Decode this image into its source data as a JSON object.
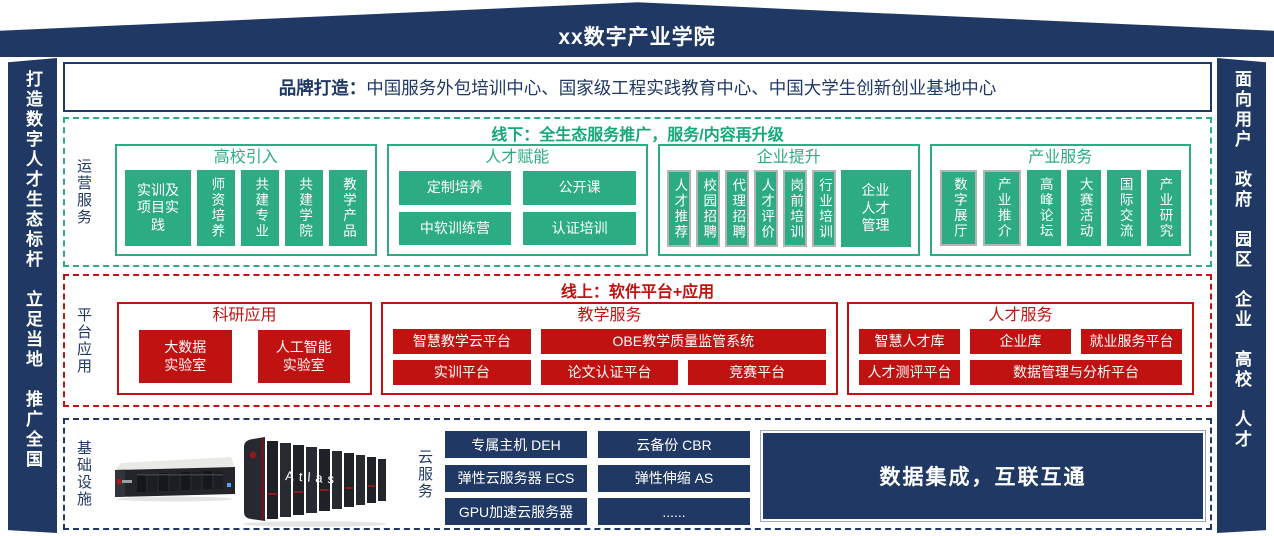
{
  "banner": {
    "title": "xx数字产业学院"
  },
  "pillars": {
    "left": "打造数字人才生态标杆　立足当地　推广全国",
    "right": "面向用户　政府　园区　企业　高校　人才"
  },
  "brand": {
    "label": "品牌打造：",
    "text": "中国服务外包培训中心、国家级工程实践教育中心、中国大学生创新创业基地中心"
  },
  "operation": {
    "side_label": "运营服务",
    "title": "线下：全生态服务推广，服务/内容再升级",
    "groups": {
      "university": {
        "title": "高校引入",
        "wide": "实训及\n项目实\n践",
        "items": [
          "师资培养",
          "共建专业",
          "共建学院",
          "教学产品"
        ]
      },
      "talent": {
        "title": "人才赋能",
        "items": [
          "定制培养",
          "公开课",
          "中软训练营",
          "认证培训"
        ]
      },
      "enterprise": {
        "title": "企业提升",
        "items": [
          "人才推荐",
          "校园招聘",
          "代理招聘",
          "人才评价",
          "岗前培训",
          "行业培训"
        ],
        "wide": "企业\n人才\n管理"
      },
      "industry": {
        "title": "产业服务",
        "items": [
          "数字展厅",
          "产业推介",
          "高峰论坛",
          "大赛活动",
          "国际交流",
          "产业研究"
        ]
      }
    }
  },
  "platform": {
    "side_label": "平台应用",
    "title": "线上：软件平台+应用",
    "research": {
      "title": "科研应用",
      "items": [
        "大数据\n实验室",
        "人工智能\n实验室"
      ]
    },
    "teaching": {
      "title": "教学服务",
      "row1": [
        "智慧教学云平台",
        "OBE教学质量监管系统"
      ],
      "row2": [
        "实训平台",
        "论文认证平台",
        "竞赛平台"
      ]
    },
    "talent": {
      "title": "人才服务",
      "row1": [
        "智慧人才库",
        "企业库",
        "就业服务平台"
      ],
      "row2": [
        "人才测评平台",
        "数据管理与分析平台"
      ]
    }
  },
  "infrastructure": {
    "side_label": "基础设施",
    "cloud_label": "云服务",
    "cloud_col1": [
      "专属主机 DEH",
      "弹性云服务器 ECS",
      "GPU加速云服务器"
    ],
    "cloud_col2": [
      "云备份 CBR",
      "弹性伸缩 AS",
      "......"
    ],
    "data_banner": "数据集成，互联互通",
    "server_label": "Atlas"
  },
  "colors": {
    "navy": "#1f3864",
    "green": "#2dab85",
    "red": "#c11212"
  }
}
